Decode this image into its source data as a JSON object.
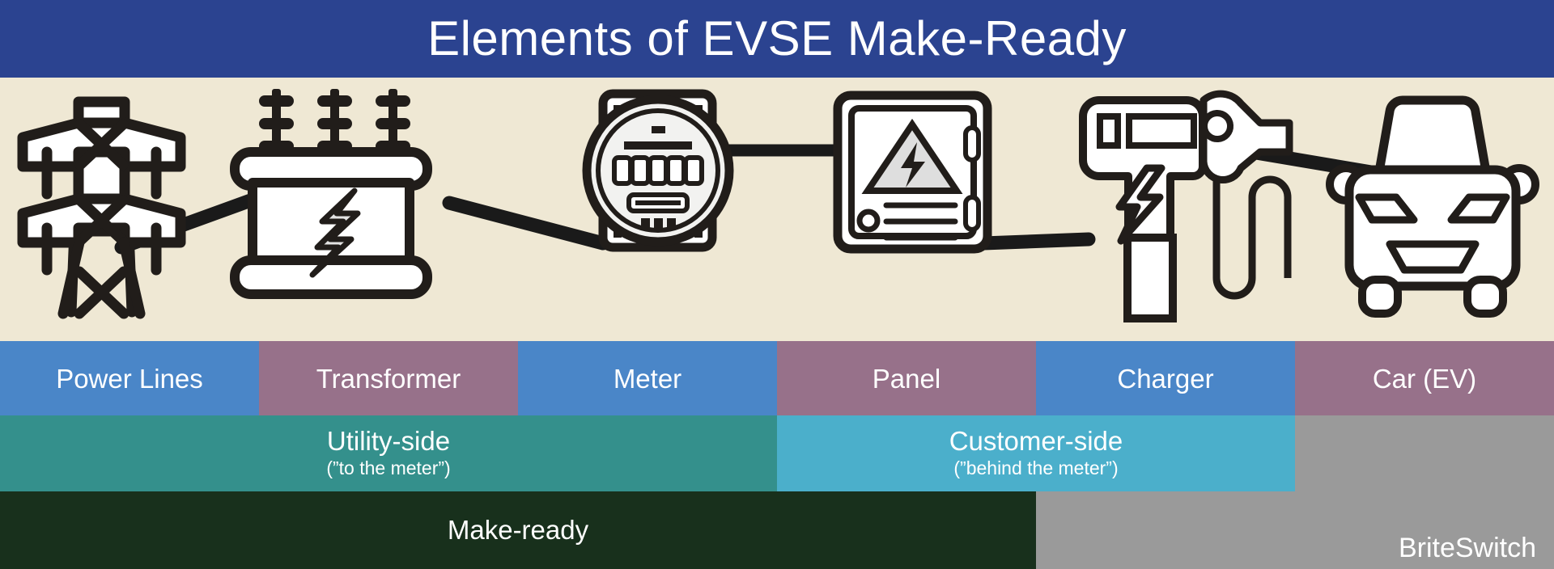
{
  "header": {
    "title": "Elements of EVSE Make-Ready",
    "background_color": "#2b4390",
    "text_color": "#ffffff"
  },
  "diagram": {
    "background_color": "#efe8d4",
    "connector_color": "#1a1a1a",
    "icons": [
      {
        "name": "power-lines-icon",
        "label": "Transmission tower"
      },
      {
        "name": "transformer-icon",
        "label": "Pad-mount transformer"
      },
      {
        "name": "meter-icon",
        "label": "Electric meter"
      },
      {
        "name": "panel-icon",
        "label": "Electrical panel"
      },
      {
        "name": "charger-icon",
        "label": "EV charging station"
      },
      {
        "name": "car-icon",
        "label": "Electric vehicle"
      }
    ]
  },
  "components": [
    {
      "label": "Power Lines",
      "color": "#4a86c8"
    },
    {
      "label": "Transformer",
      "color": "#97718a"
    },
    {
      "label": "Meter",
      "color": "#4a86c8"
    },
    {
      "label": "Panel",
      "color": "#97718a"
    },
    {
      "label": "Charger",
      "color": "#4a86c8"
    },
    {
      "label": "Car (EV)",
      "color": "#97718a"
    }
  ],
  "sides": {
    "utility": {
      "title": "Utility-side",
      "subtitle": "(”to the meter”)",
      "color": "#34908c"
    },
    "customer": {
      "title": "Customer-side",
      "subtitle": "(”behind the meter”)",
      "color": "#4bafcb"
    },
    "blank": {
      "color": "#9a9a9a"
    }
  },
  "make_ready": {
    "label": "Make-ready",
    "color": "#18301c"
  },
  "brand": {
    "name": "BriteSwitch",
    "color": "#9a9a9a",
    "text_color": "#ffffff"
  }
}
